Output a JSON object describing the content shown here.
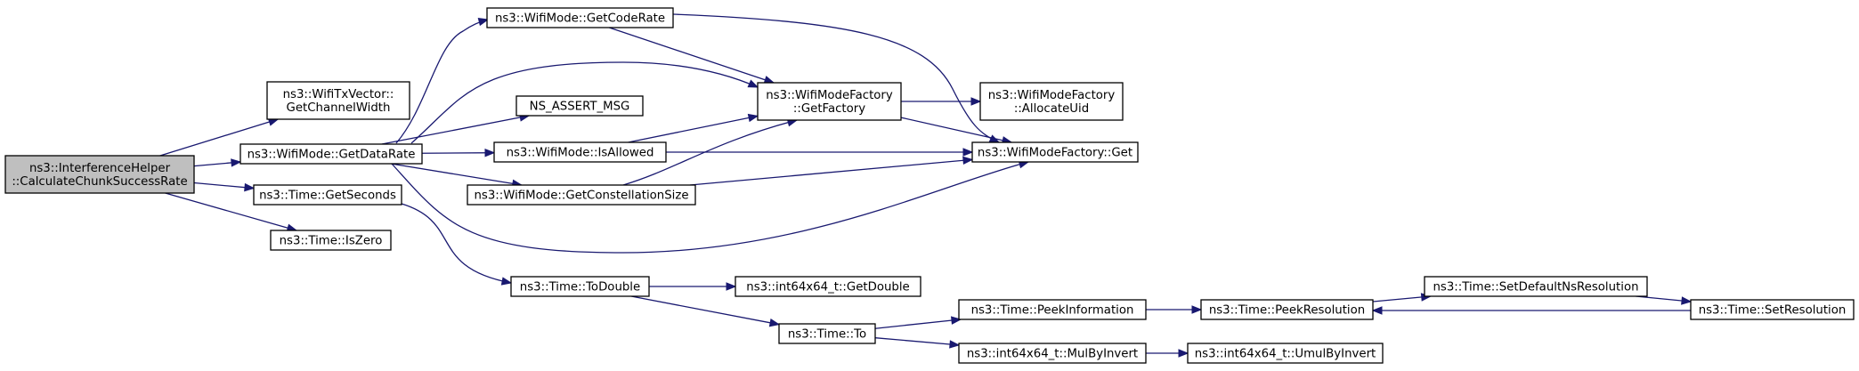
{
  "colors": {
    "edge": "#191970",
    "root_fill": "#bfbfbf",
    "node_fill": "#ffffff",
    "node_stroke": "#000000"
  },
  "nodes": {
    "calc": {
      "lines": [
        "ns3::InterferenceHelper",
        "::CalculateChunkSuccessRate"
      ]
    },
    "txvec": {
      "lines": [
        "ns3::WifiTxVector::",
        "GetChannelWidth"
      ]
    },
    "datarate": {
      "lines": [
        "ns3::WifiMode::GetDataRate"
      ]
    },
    "seconds": {
      "lines": [
        "ns3::Time::GetSeconds"
      ]
    },
    "iszero": {
      "lines": [
        "ns3::Time::IsZero"
      ]
    },
    "coderate": {
      "lines": [
        "ns3::WifiMode::GetCodeRate"
      ]
    },
    "assert": {
      "lines": [
        "NS_ASSERT_MSG"
      ]
    },
    "isallowed": {
      "lines": [
        "ns3::WifiMode::IsAllowed"
      ]
    },
    "constsize": {
      "lines": [
        "ns3::WifiMode::GetConstellationSize"
      ]
    },
    "getfactory": {
      "lines": [
        "ns3::WifiModeFactory",
        "::GetFactory"
      ]
    },
    "allocuid": {
      "lines": [
        "ns3::WifiModeFactory",
        "::AllocateUid"
      ]
    },
    "factoryget": {
      "lines": [
        "ns3::WifiModeFactory::Get"
      ]
    },
    "todouble": {
      "lines": [
        "ns3::Time::ToDouble"
      ]
    },
    "getdouble": {
      "lines": [
        "ns3::int64x64_t::GetDouble"
      ]
    },
    "to": {
      "lines": [
        "ns3::Time::To"
      ]
    },
    "peekinfo": {
      "lines": [
        "ns3::Time::PeekInformation"
      ]
    },
    "mulbyinv": {
      "lines": [
        "ns3::int64x64_t::MulByInvert"
      ]
    },
    "peekres": {
      "lines": [
        "ns3::Time::PeekResolution"
      ]
    },
    "umulbyinv": {
      "lines": [
        "ns3::int64x64_t::UmulByInvert"
      ]
    },
    "setdefres": {
      "lines": [
        "ns3::Time::SetDefaultNsResolution"
      ]
    },
    "setres": {
      "lines": [
        "ns3::Time::SetResolution"
      ]
    }
  },
  "edges": [
    [
      "calc",
      "txvec"
    ],
    [
      "calc",
      "datarate"
    ],
    [
      "calc",
      "seconds"
    ],
    [
      "calc",
      "iszero"
    ],
    [
      "datarate",
      "coderate"
    ],
    [
      "datarate",
      "getfactory"
    ],
    [
      "datarate",
      "assert"
    ],
    [
      "datarate",
      "isallowed"
    ],
    [
      "datarate",
      "constsize"
    ],
    [
      "datarate",
      "factoryget"
    ],
    [
      "coderate",
      "getfactory"
    ],
    [
      "coderate",
      "factoryget"
    ],
    [
      "isallowed",
      "getfactory"
    ],
    [
      "isallowed",
      "factoryget"
    ],
    [
      "constsize",
      "getfactory"
    ],
    [
      "constsize",
      "factoryget"
    ],
    [
      "getfactory",
      "allocuid"
    ],
    [
      "getfactory",
      "factoryget"
    ],
    [
      "seconds",
      "todouble"
    ],
    [
      "todouble",
      "getdouble"
    ],
    [
      "todouble",
      "to"
    ],
    [
      "to",
      "peekinfo"
    ],
    [
      "to",
      "mulbyinv"
    ],
    [
      "peekinfo",
      "peekres"
    ],
    [
      "mulbyinv",
      "umulbyinv"
    ],
    [
      "peekres",
      "setdefres"
    ],
    [
      "setdefres",
      "setres"
    ],
    [
      "setres",
      "peekres"
    ]
  ]
}
